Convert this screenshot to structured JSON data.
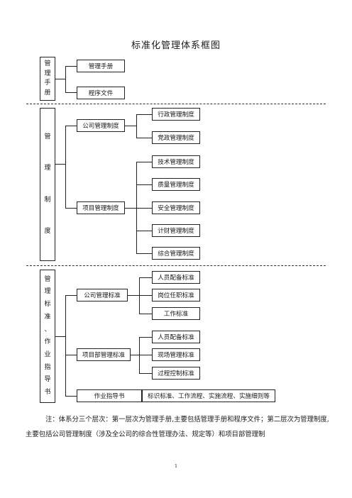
{
  "title": "标准化管理体系框图",
  "sections": {
    "manual": {
      "label_chars": [
        "管",
        "理",
        "手",
        "册"
      ],
      "items": [
        "管理手册",
        "程序文件"
      ]
    },
    "system": {
      "label_chars": [
        "管",
        "理",
        "制",
        "度"
      ],
      "company": {
        "label": "公司管理制度",
        "children": [
          "行政管理制度",
          "党政管理制度"
        ]
      },
      "project": {
        "label": "项目管理制度",
        "children": [
          "技术管理制度",
          "质量管理制度",
          "安全管理制度",
          "计财管理制度",
          "综合管理制度"
        ]
      }
    },
    "standards": {
      "label_chars": [
        "管",
        "理",
        "标",
        "准",
        "、",
        "作",
        "业",
        "指",
        "导",
        "书"
      ],
      "company": {
        "label": "公司管理标准",
        "children": [
          "人员配备标准",
          "岗位任职标准",
          "工作标准"
        ]
      },
      "project": {
        "label": "项目部管理标准",
        "children": [
          "人员配备标准",
          "现场管理标准",
          "过程控制标准"
        ]
      },
      "guide": {
        "label": "作业指导书",
        "detail": "标识标准、工作流程、实施流程、实施细则等"
      }
    }
  },
  "note": "注：体系分三个层次：第一层次为管理手册,主要包括管理手册和程序文件；第二层次为管理制度,主要包括公司管理制度（涉及全公司的综合性管理办法、规定等）和项目部管理制",
  "page_number": "1"
}
